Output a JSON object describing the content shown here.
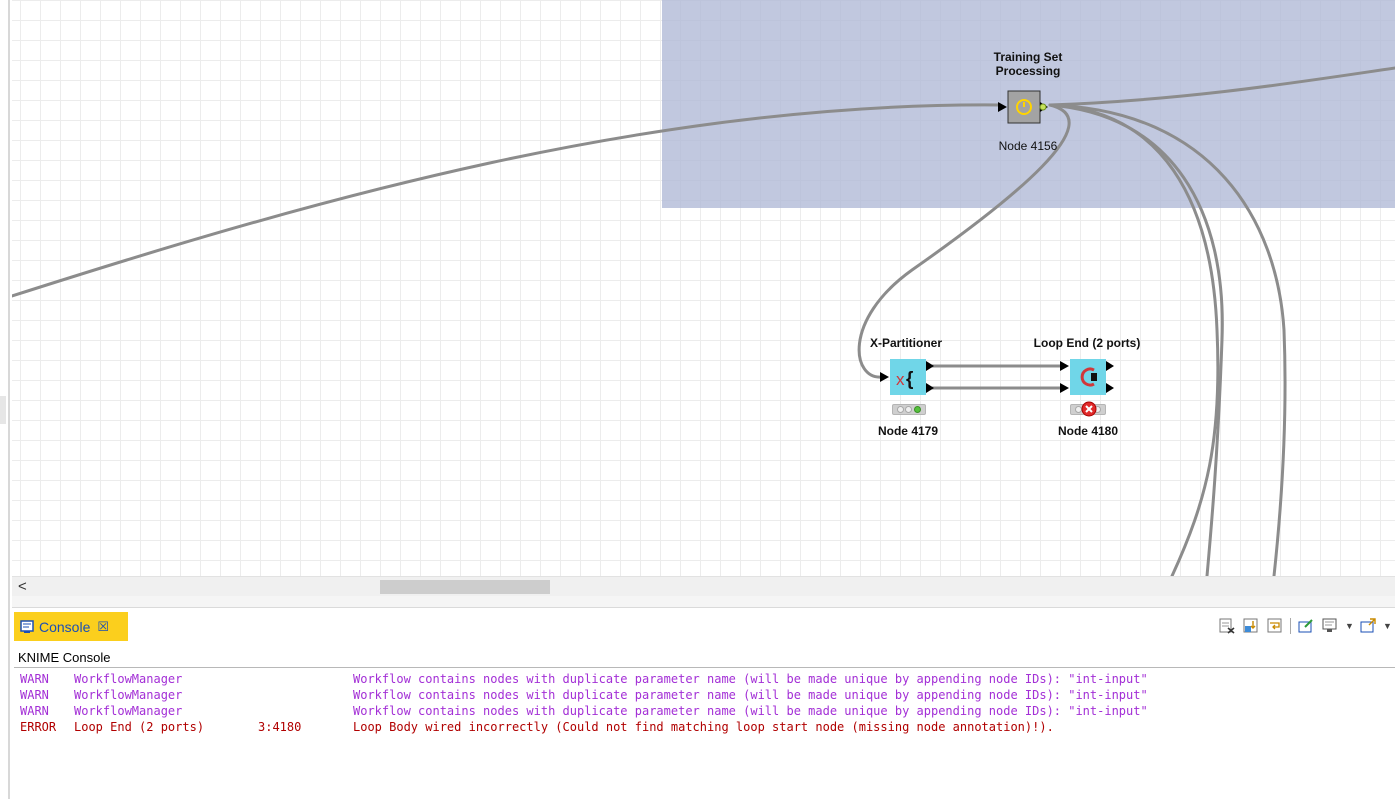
{
  "workflow": {
    "nodes": [
      {
        "key": "training",
        "label": [
          "Training Set",
          "Processing"
        ],
        "id_text": "Node 4156",
        "icon": "metanode-icon"
      },
      {
        "key": "xpart",
        "label": [
          "X-Partitioner"
        ],
        "id_text": "Node 4179",
        "icon": "x-partitioner-icon",
        "status": "executed"
      },
      {
        "key": "loopend",
        "label": [
          "Loop End (2 ports)"
        ],
        "id_text": "Node 4180",
        "icon": "loop-end-icon",
        "status": "error"
      }
    ],
    "colors": {
      "annotation": "#b0b8d6",
      "connection": "#8c8c8c",
      "metanode": "#a3a3a3",
      "loop_node": "#70d6e8",
      "tab_highlight": "#fbcf1d",
      "warn_text": "#a32fd6",
      "error_text": "#b10000"
    }
  },
  "scrollbar": {
    "left_arrow": "<"
  },
  "console": {
    "tab_label": "Console",
    "tab_close": "☒",
    "title": "KNIME Console",
    "toolbar_icons": [
      "clear-console-icon",
      "scroll-lock-icon",
      "word-wrap-icon",
      "pin-console-icon",
      "display-console-icon",
      "open-console-icon"
    ],
    "rows": [
      {
        "level": "WARN",
        "source": "WorkflowManager",
        "node": "",
        "message": "Workflow contains nodes with duplicate parameter name (will be made unique by appending node IDs): \"int-input\""
      },
      {
        "level": "WARN",
        "source": "WorkflowManager",
        "node": "",
        "message": "Workflow contains nodes with duplicate parameter name (will be made unique by appending node IDs): \"int-input\""
      },
      {
        "level": "WARN",
        "source": "WorkflowManager",
        "node": "",
        "message": "Workflow contains nodes with duplicate parameter name (will be made unique by appending node IDs): \"int-input\""
      },
      {
        "level": "ERROR",
        "source": "Loop End (2 ports)",
        "node": "3:4180",
        "message": "Loop Body wired incorrectly (Could not find matching loop start node (missing node annotation)!)."
      }
    ]
  }
}
